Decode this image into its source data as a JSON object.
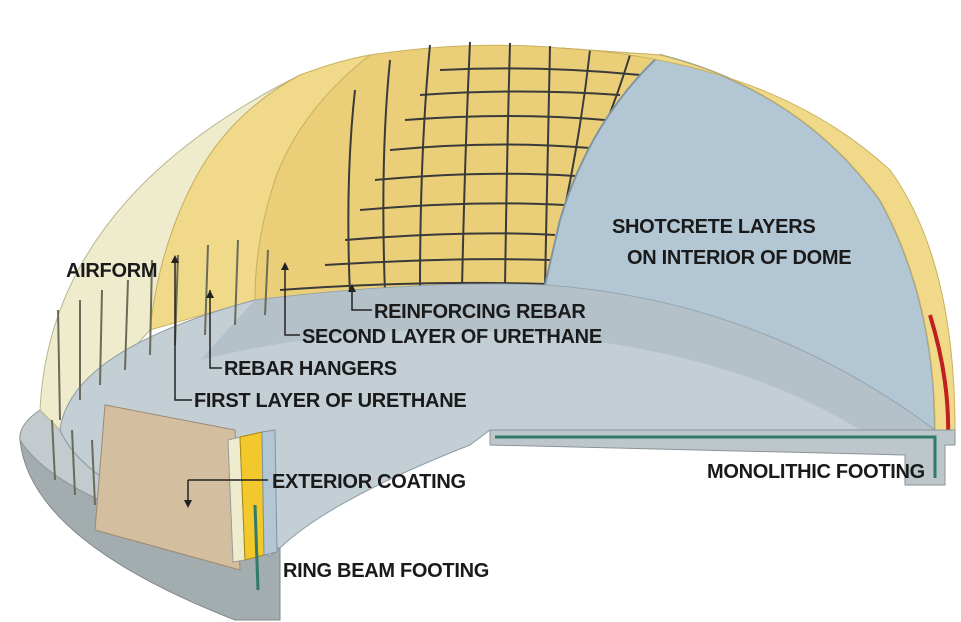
{
  "labels": {
    "airform": "AIRFORM",
    "reinforcing_rebar": "REINFORCING REBAR",
    "second_urethane": "SECOND LAYER OF URETHANE",
    "rebar_hangers": "REBAR HANGERS",
    "first_urethane": "FIRST LAYER OF URETHANE",
    "shotcrete_line1": "SHOTCRETE LAYERS",
    "shotcrete_line2": "ON INTERIOR OF DOME",
    "exterior_coating": "EXTERIOR COATING",
    "ring_beam_footing": "RING BEAM FOOTING",
    "monolithic_footing": "MONOLITHIC FOOTING"
  },
  "colors": {
    "airform": "#eeeccc",
    "urethane": "#f0da8a",
    "urethane_dark": "#dcc06a",
    "rebar": "#3a3a3a",
    "shotcrete": "#a9bfd0",
    "shotcrete_light": "#bfd0dc",
    "interior_floor": "#b9c5cc",
    "footing_gray": "#9aa4a8",
    "exterior_coating": "#d3bea0",
    "steel_green": "#2f7a6a",
    "red_edge": "#c21f1f"
  }
}
